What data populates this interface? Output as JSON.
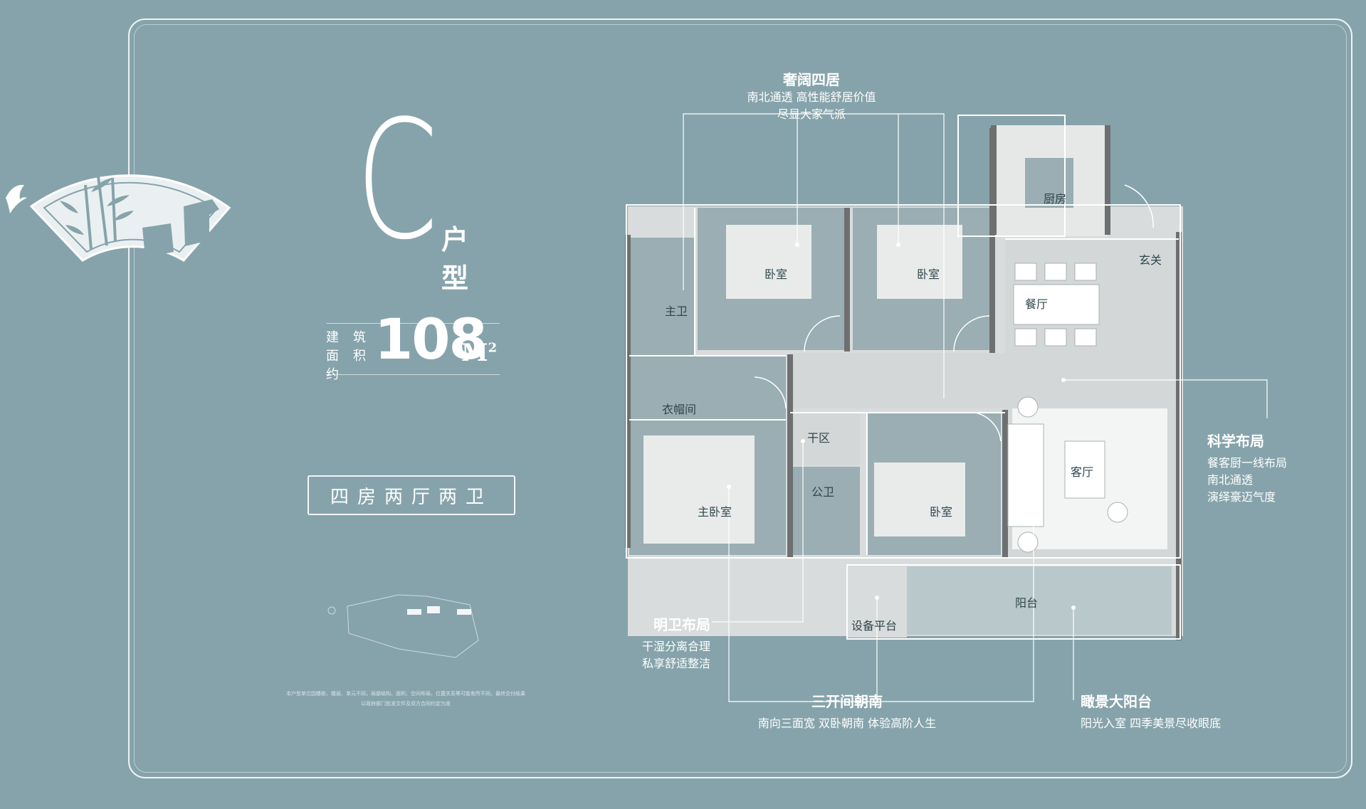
{
  "unit": {
    "letter": "C",
    "type_label": "户型",
    "area_label": "建筑面积约",
    "area_value": "108",
    "area_unit": "M",
    "area_unit_sup": "2",
    "layout": "四房两厅两卫"
  },
  "disclaimer": "本户型单位因楼栋、楼层、单元不同，局部结构、面积、空间布局、位置关系等可能有所不同，最终交付结果以政府部门批准文件及双方合同约定为准",
  "annotations": {
    "top": {
      "title": "奢阔四居",
      "lines": [
        "南北通透 高性能舒居价值",
        "尽显大家气派"
      ]
    },
    "right": {
      "title": "科学布局",
      "lines": [
        "餐客厨一线布局",
        "南北通透",
        "演绎豪迈气度"
      ]
    },
    "left_bottom": {
      "title": "明卫布局",
      "lines": [
        "干湿分离合理",
        "私享舒适整洁"
      ]
    },
    "bottom_center": {
      "title": "三开间朝南",
      "lines": [
        "南向三面宽 双卧朝南 体验高阶人生"
      ]
    },
    "bottom_right": {
      "title": "瞰景大阳台",
      "lines": [
        "阳光入室 四季美景尽收眼底"
      ]
    }
  },
  "rooms": {
    "kitchen": "厨房",
    "foyer": "玄关",
    "dining": "餐厅",
    "bedroom_a": "卧室",
    "bedroom_b": "卧室",
    "master_bath": "主卫",
    "wardrobe": "衣帽间",
    "dry_area": "干区",
    "public_bath": "公卫",
    "master_bedroom": "主卧室",
    "bedroom_c": "卧室",
    "living": "客厅",
    "balcony": "阳台",
    "equipment": "设备平台"
  },
  "colors": {
    "background": "#86a3ab",
    "floor": "#d9dcdc",
    "wall": "#6d6f70",
    "room_fill": "#9aaeb3"
  }
}
